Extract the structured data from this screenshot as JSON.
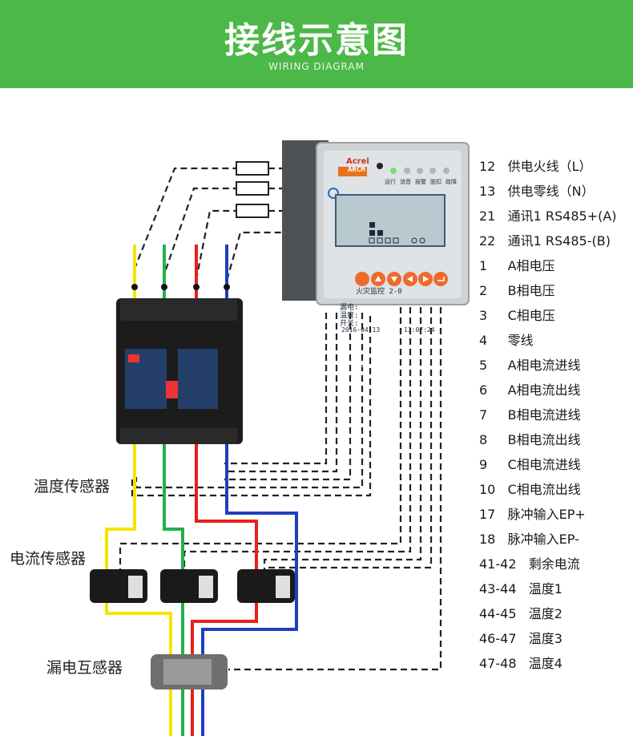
{
  "header": {
    "title": "接线示意图",
    "subtitle": "WIRING DIAGRAM"
  },
  "sensors": {
    "temp": "温度传感器",
    "current": "电流传感器",
    "leakage": "漏电互感器"
  },
  "device": {
    "brand": "Acrel",
    "model": "ARCM",
    "indicators": [
      "运行",
      "消音",
      "报警",
      "脱扣",
      "故障"
    ],
    "lcd_title": "火灾监控 2-0",
    "lcd_rows": [
      "漏电:",
      "温度:",
      "开关:"
    ],
    "lcd_date": "2016-04-13",
    "lcd_time": "13:07:24",
    "menu_button": "MENU"
  },
  "terminals": [
    "12   供电火线（L）",
    "13   供电零线（N）",
    "21   通讯1 RS485+(A)",
    "22   通讯1 RS485-(B)",
    "1     A相电压",
    "2     B相电压",
    "3     C相电压",
    "4     零线",
    "5     A相电流进线",
    "6     A相电流出线",
    "7     B相电流进线",
    "8     B相电流出线",
    "9     C相电流进线",
    "10   C相电流出线",
    "17   脉冲输入EP+",
    "18   脉冲输入EP-",
    "41-42   剩余电流",
    "43-44   温度1",
    "44-45   温度2",
    "46-47   温度3",
    "47-48   温度4"
  ],
  "colors": {
    "banner": "#4cb848",
    "phase_a": "#f5e400",
    "phase_b": "#22b14c",
    "phase_c": "#e8201c",
    "neutral": "#1f3fbf",
    "button": "#f06a2a"
  }
}
